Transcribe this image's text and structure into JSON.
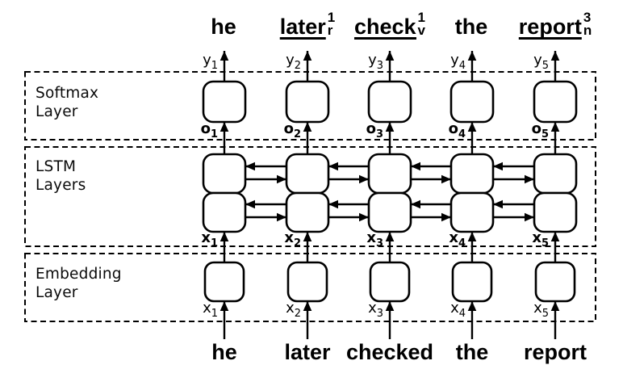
{
  "figure": {
    "description": "Bidirectional LSTM sequence labeling diagram",
    "colors": {
      "ink": "#000000",
      "background": "#ffffff"
    },
    "layers": {
      "softmax": {
        "line1": "Softmax",
        "line2": "Layer"
      },
      "lstm": {
        "line1": "LSTM",
        "line2": "Layers"
      },
      "embedding": {
        "line1": "Embedding",
        "line2": "Layer"
      }
    },
    "columns": [
      {
        "output": {
          "word": "he",
          "sup": "",
          "sub": "",
          "underlined": false
        },
        "y": {
          "base": "y",
          "sub": "1"
        },
        "o": {
          "base": "o",
          "sub": "1"
        },
        "x_lstm": {
          "base": "x",
          "sub": "1"
        },
        "x_embed": {
          "base": "x",
          "sub": "1"
        },
        "input": "he"
      },
      {
        "output": {
          "word": "later",
          "sup": "1",
          "sub": "r",
          "underlined": true
        },
        "y": {
          "base": "y",
          "sub": "2"
        },
        "o": {
          "base": "o",
          "sub": "2"
        },
        "x_lstm": {
          "base": "x",
          "sub": "2"
        },
        "x_embed": {
          "base": "x",
          "sub": "2"
        },
        "input": "later"
      },
      {
        "output": {
          "word": "check",
          "sup": "1",
          "sub": "v",
          "underlined": true
        },
        "y": {
          "base": "y",
          "sub": "3"
        },
        "o": {
          "base": "o",
          "sub": "3"
        },
        "x_lstm": {
          "base": "x",
          "sub": "3"
        },
        "x_embed": {
          "base": "x",
          "sub": "3"
        },
        "input": "checked"
      },
      {
        "output": {
          "word": "the",
          "sup": "",
          "sub": "",
          "underlined": false
        },
        "y": {
          "base": "y",
          "sub": "4"
        },
        "o": {
          "base": "o",
          "sub": "4"
        },
        "x_lstm": {
          "base": "x",
          "sub": "4"
        },
        "x_embed": {
          "base": "x",
          "sub": "4"
        },
        "input": "the"
      },
      {
        "output": {
          "word": "report",
          "sup": "3",
          "sub": "n",
          "underlined": true
        },
        "y": {
          "base": "y",
          "sub": "5"
        },
        "o": {
          "base": "o",
          "sub": "5"
        },
        "x_lstm": {
          "base": "x",
          "sub": "5"
        },
        "x_embed": {
          "base": "x",
          "sub": "5"
        },
        "input": "report"
      }
    ]
  }
}
